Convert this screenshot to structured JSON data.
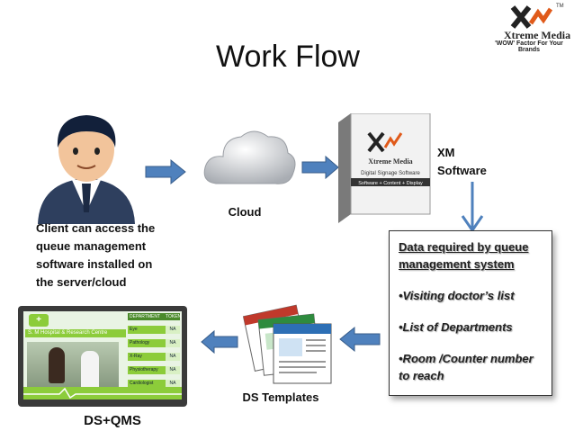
{
  "title": "Work Flow",
  "logo": {
    "name": "Xtreme Media",
    "tagline": "'WOW' Factor For Your Brands",
    "tm": "TM"
  },
  "client_text": [
    "Client can access the",
    "queue management",
    "software installed on",
    "the server/cloud"
  ],
  "cloud_label": "Cloud",
  "xm_label": [
    "XM",
    "Software"
  ],
  "software_box": {
    "brand": "Xtreme Media",
    "line1": "Digital Signage Software",
    "line2": "Software + Content + Display"
  },
  "requirements": {
    "title": [
      "Data required by queue",
      "management system"
    ],
    "items": [
      "•Visiting doctor’s list",
      "•List of Departments",
      "•Room /Counter number to reach"
    ]
  },
  "ds_templates_label": "DS Templates",
  "dsqms_label": "DS+QMS",
  "screen": {
    "hospital": "S. M Hospital & Research Centre",
    "headers": [
      "DEPARTMENT",
      "TOKEN"
    ],
    "rows": [
      [
        "Eye",
        "NA"
      ],
      [
        "Pathology",
        "NA"
      ],
      [
        "X-Ray",
        "NA"
      ],
      [
        "Physiotherapy",
        "NA"
      ],
      [
        "Cardiologist",
        "NA"
      ]
    ]
  },
  "colors": {
    "arrow": "#4f81bd",
    "arrow_stroke": "#385d8a",
    "monitor_green": "#8ccc3a"
  }
}
